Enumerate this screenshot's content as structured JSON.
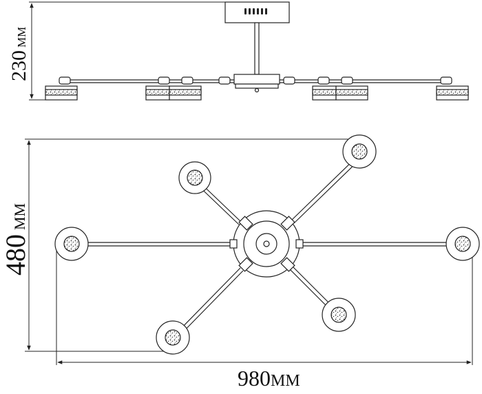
{
  "dimensions": {
    "height_label": "230",
    "height_unit": "MM",
    "depth_label": "480",
    "depth_unit": "MM",
    "width_label": "980",
    "width_unit": "MM"
  },
  "fixture": {
    "arm_count": 6,
    "lamp_count": 6
  },
  "colors": {
    "line": "#222222",
    "background": "#ffffff"
  }
}
